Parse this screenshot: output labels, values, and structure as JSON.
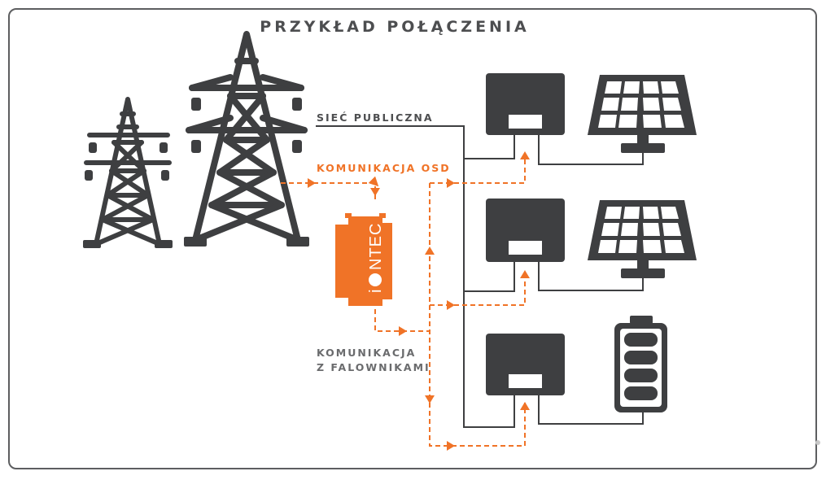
{
  "title": "PRZYKŁAD POŁĄCZENIA",
  "labels": {
    "public_grid": "SIEĆ PUBLICZNA",
    "osd_communication": "KOMUNIKACJA OSD",
    "inverter_communication_line1": "KOMUNIKACJA",
    "inverter_communication_line2": "Z FALOWNIKAMI"
  },
  "device": {
    "brand_prefix": "i",
    "brand_rest": "NTEC"
  },
  "colors": {
    "dark": "#3e3f41",
    "accent": "#f07327",
    "line": "#3e3f41",
    "border": "#5d5e60",
    "text": "#4d4e50"
  },
  "icons": [
    "small-pylon-icon",
    "large-pylon-icon",
    "inverter-icon",
    "solar-panel-icon",
    "battery-icon",
    "iontec-device-icon"
  ]
}
